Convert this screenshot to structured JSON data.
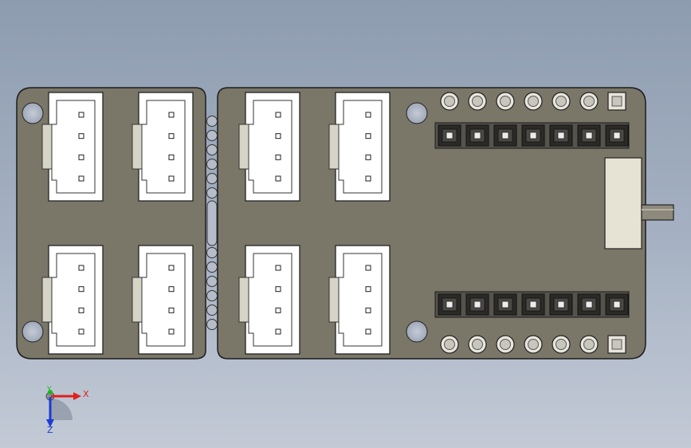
{
  "colors": {
    "pcb": "#7a7769",
    "pcb_edge": "#1c1c1c",
    "connector_body": "#ffffff",
    "connector_latch": "#d6d4c6",
    "header_dark": "#2b2a27",
    "header_pin": "#ededed",
    "switch_body": "#e6e3d4",
    "axis_x": "#e0201c",
    "axis_y": "#18b81c",
    "axis_z": "#1c3ad6"
  },
  "board": {
    "connector_count": 8,
    "connector_pins": 4,
    "header_rows": 2,
    "header_pins_per_row": 7,
    "mounting_holes": 4,
    "breakaway_holes": 12,
    "switch_count": 1
  },
  "triad": {
    "x_label": "X",
    "y_label": "Y",
    "z_label": "Z"
  }
}
